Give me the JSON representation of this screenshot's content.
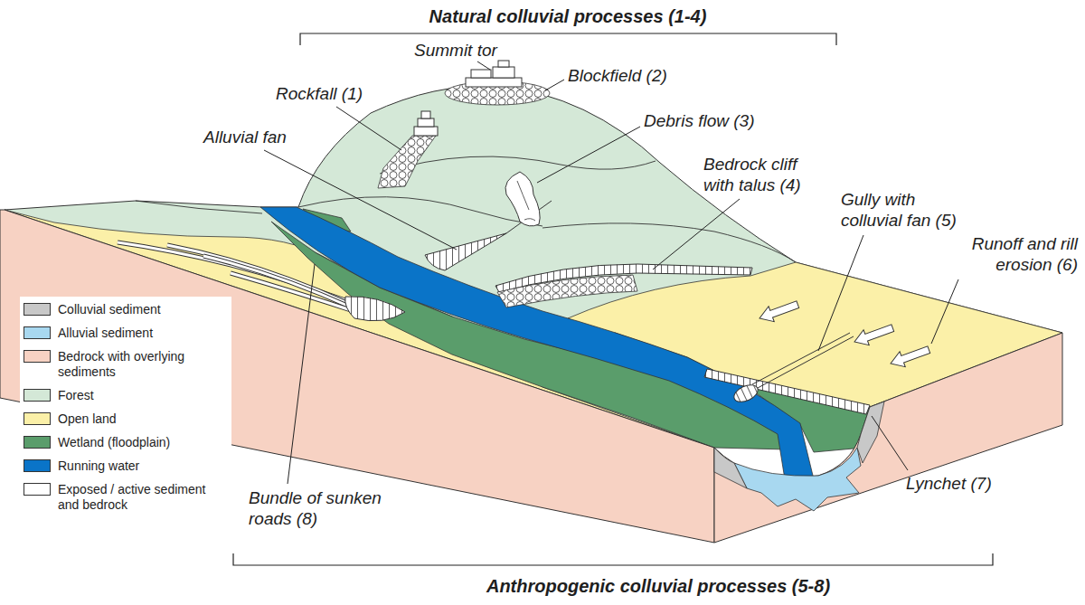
{
  "diagram": {
    "labels": [
      "Natural colluvial processes (1-4)",
      "Summit tor",
      "Blockfield (2)",
      "Rockfall (1)",
      "Debris flow (3)",
      "Alluvial fan",
      "Bedrock cliff with talus (4)",
      "Gully with colluvial fan (5)",
      "Runoff and rill erosion (6)",
      "Bundle of sunken roads (8)",
      "Lynchet (7)",
      "Anthropogenic colluvial processes (5-8)"
    ],
    "legend": [
      {
        "text": "Colluvial sediment",
        "color": "#c8c8c8"
      },
      {
        "text": "Alluvial sediment",
        "color": "#a8d8f0"
      },
      {
        "text": "Bedrock with overlying sediments",
        "color": "#f7d2c3"
      },
      {
        "text": "Forest",
        "color": "#d4e8d7"
      },
      {
        "text": "Open land",
        "color": "#fbf0a8"
      },
      {
        "text": "Wetland (floodplain)",
        "color": "#5a9d6b"
      },
      {
        "text": "Running water",
        "color": "#0a74c8"
      },
      {
        "text": "Exposed / active sediment and bedrock",
        "color": "#ffffff"
      }
    ]
  }
}
